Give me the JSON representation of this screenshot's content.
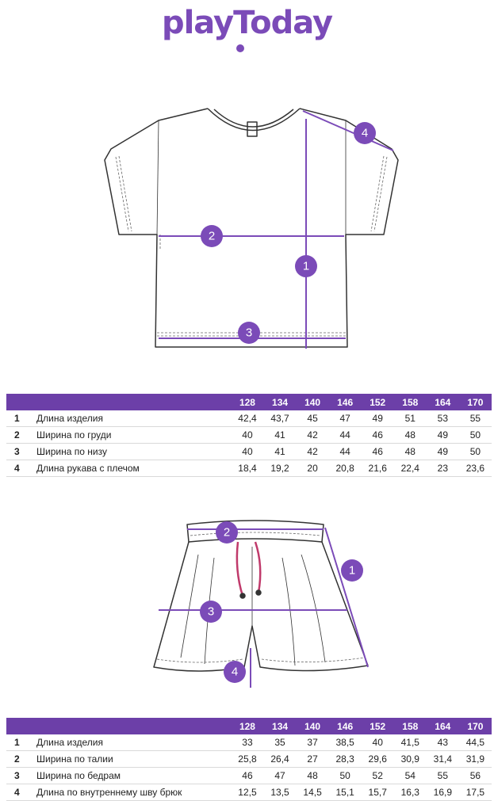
{
  "brand": {
    "logo_text": "playToday",
    "accent": "#7b4bb8",
    "header_bg": "#6c3fa8"
  },
  "tshirt": {
    "badges": [
      "1",
      "2",
      "3",
      "4"
    ]
  },
  "tshirt_table": {
    "sizes": [
      "128",
      "134",
      "140",
      "146",
      "152",
      "158",
      "164",
      "170"
    ],
    "rows": [
      {
        "num": "1",
        "label": "Длина изделия",
        "values": [
          "42,4",
          "43,7",
          "45",
          "47",
          "49",
          "51",
          "53",
          "55"
        ]
      },
      {
        "num": "2",
        "label": "Ширина по груди",
        "values": [
          "40",
          "41",
          "42",
          "44",
          "46",
          "48",
          "49",
          "50"
        ]
      },
      {
        "num": "3",
        "label": "Ширина по низу",
        "values": [
          "40",
          "41",
          "42",
          "44",
          "46",
          "48",
          "49",
          "50"
        ]
      },
      {
        "num": "4",
        "label": "Длина рукава с плечом",
        "values": [
          "18,4",
          "19,2",
          "20",
          "20,8",
          "21,6",
          "22,4",
          "23",
          "23,6"
        ]
      }
    ]
  },
  "shorts": {
    "badges": [
      "1",
      "2",
      "3",
      "4"
    ]
  },
  "shorts_table": {
    "sizes": [
      "128",
      "134",
      "140",
      "146",
      "152",
      "158",
      "164",
      "170"
    ],
    "rows": [
      {
        "num": "1",
        "label": "Длина изделия",
        "values": [
          "33",
          "35",
          "37",
          "38,5",
          "40",
          "41,5",
          "43",
          "44,5"
        ]
      },
      {
        "num": "2",
        "label": "Ширина по талии",
        "values": [
          "25,8",
          "26,4",
          "27",
          "28,3",
          "29,6",
          "30,9",
          "31,4",
          "31,9"
        ]
      },
      {
        "num": "3",
        "label": "Ширина по бедрам",
        "values": [
          "46",
          "47",
          "48",
          "50",
          "52",
          "54",
          "55",
          "56"
        ]
      },
      {
        "num": "4",
        "label": "Длина по внутреннему шву брюк",
        "values": [
          "12,5",
          "13,5",
          "14,5",
          "15,1",
          "15,7",
          "16,3",
          "16,9",
          "17,5"
        ]
      }
    ]
  }
}
